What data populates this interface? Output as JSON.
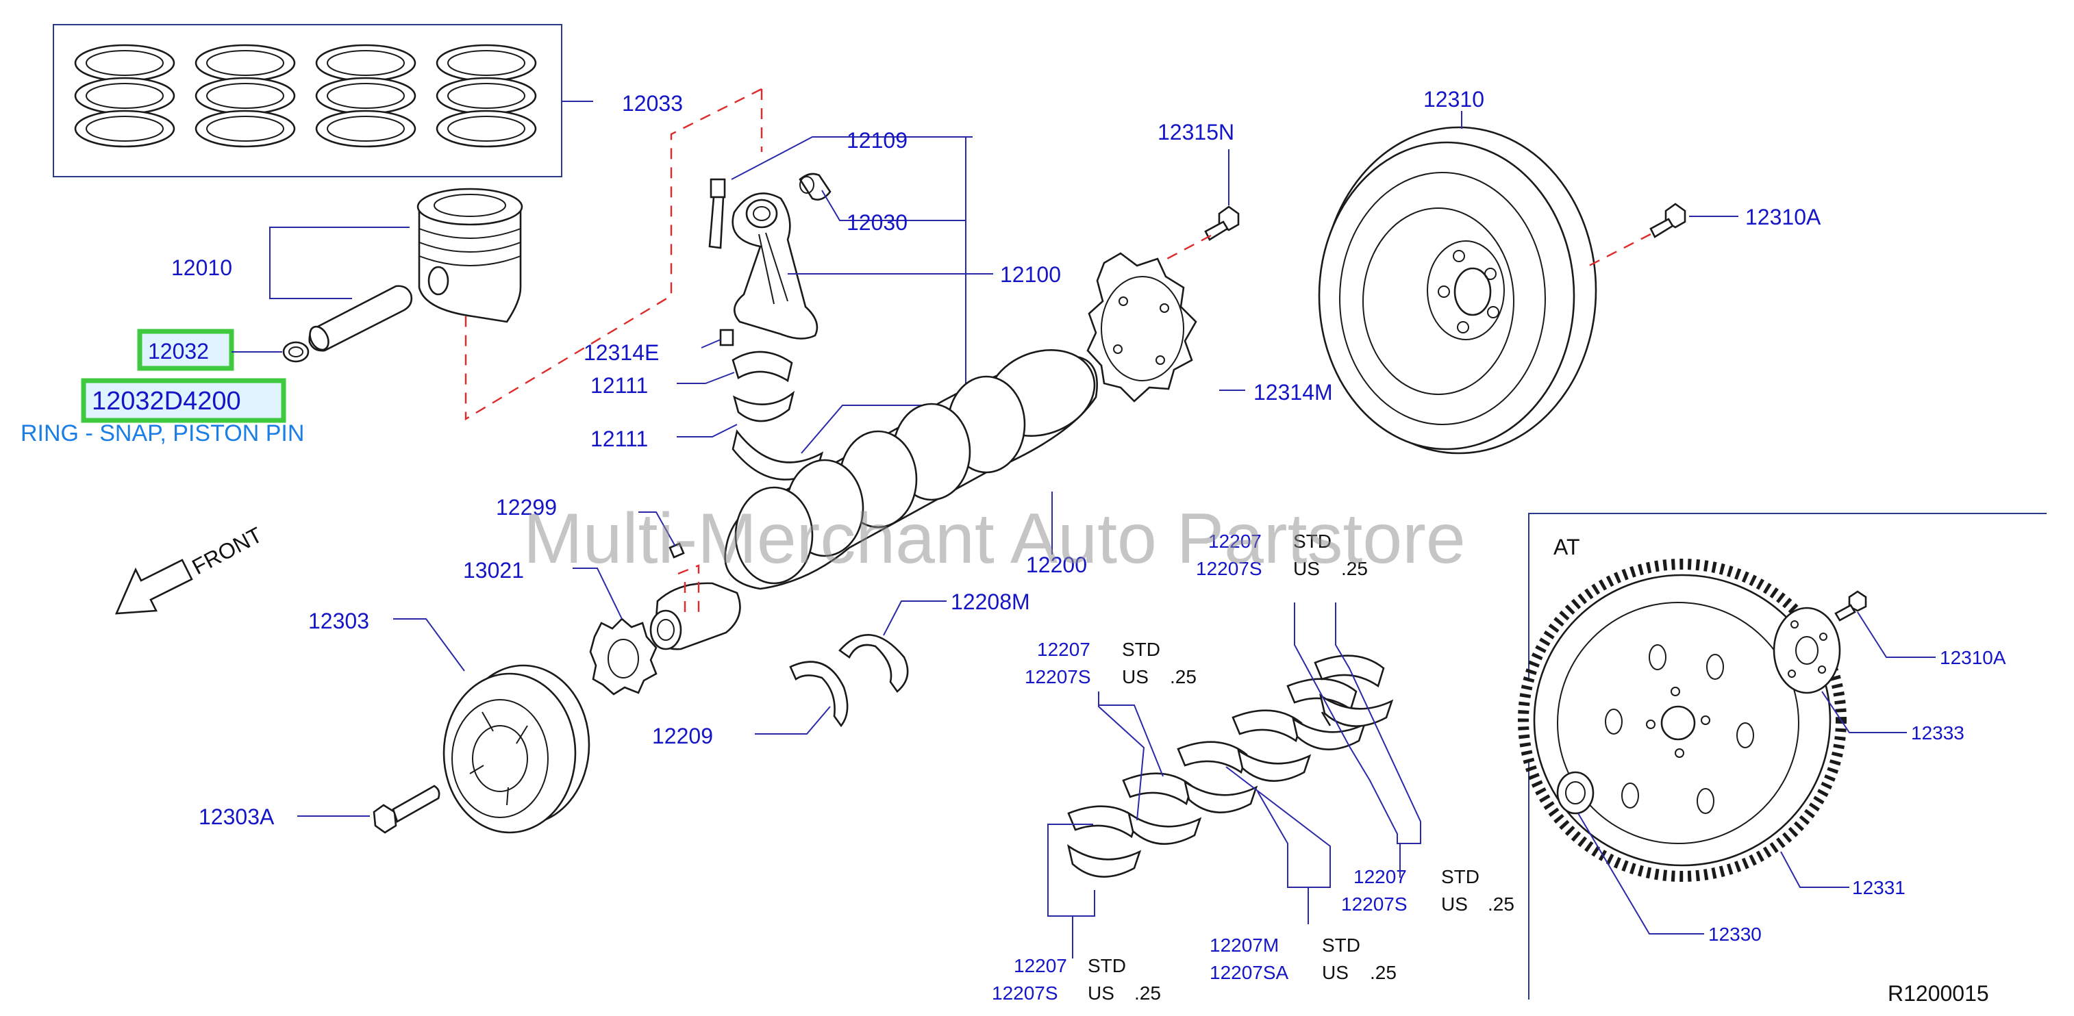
{
  "watermark": "Multi-Merchant Auto Partstore",
  "highlight": {
    "part_no": "12032",
    "catalog_no": "12032D4200",
    "description": "RING - SNAP, PISTON PIN"
  },
  "labels": {
    "p12033": "12033",
    "p12109": "12109",
    "p12030": "12030",
    "p12100": "12100",
    "p12010": "12010",
    "p12314E": "12314E",
    "p12111a": "12111",
    "p12111b": "12111",
    "p12315N": "12315N",
    "p12314M": "12314M",
    "p12310": "12310",
    "p12310A": "12310A",
    "p12299": "12299",
    "p13021": "13021",
    "p12200": "12200",
    "p12208M": "12208M",
    "p12303": "12303",
    "p12209": "12209",
    "p12303A": "12303A",
    "front": "FRONT",
    "at": "AT",
    "at_12310A": "12310A",
    "at_12333": "12333",
    "at_12331": "12331",
    "at_12330": "12330",
    "ref_code": "R1200015"
  },
  "bearing_callouts": [
    {
      "a": "12207",
      "b": "12207S",
      "std": "STD",
      "us": "US",
      "us_val": ".25"
    },
    {
      "a": "12207",
      "b": "12207S",
      "std": "STD",
      "us": "US",
      "us_val": ".25"
    },
    {
      "a": "12207",
      "b": "12207S",
      "std": "STD",
      "us": "US",
      "us_val": ".25"
    },
    {
      "a": "12207",
      "b": "12207S",
      "std": "STD",
      "us": "US",
      "us_val": ".25"
    },
    {
      "a": "12207M",
      "b": "12207SA",
      "std": "STD",
      "us": "US",
      "us_val": ".25"
    }
  ],
  "colors": {
    "label_blue": "#1515c8",
    "highlight_green": "#3ec93e",
    "highlight_fill": "#dff4ff",
    "desc_blue": "#1a7ee6",
    "dash_red": "#e02a2a"
  }
}
